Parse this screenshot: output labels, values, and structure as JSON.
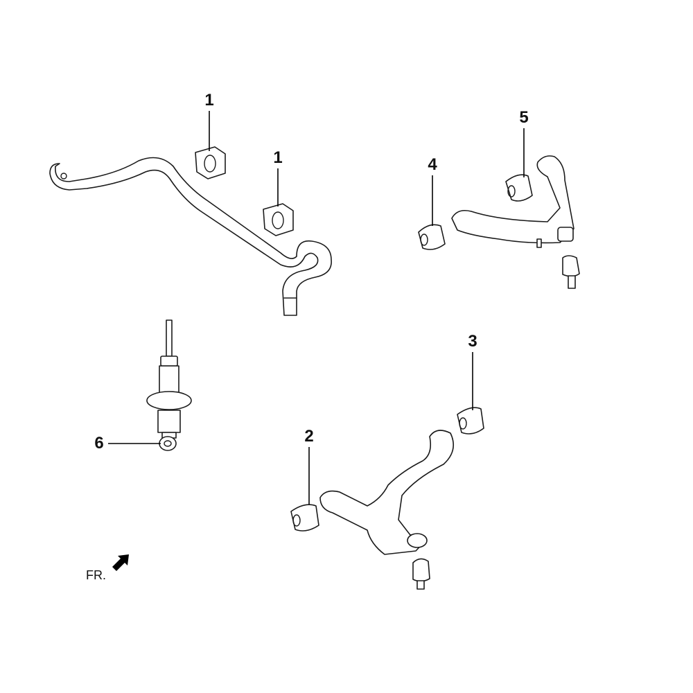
{
  "callouts": [
    {
      "id": "stabilizer-bushing-1",
      "label": "1"
    },
    {
      "id": "stabilizer-bushing-2",
      "label": "1"
    },
    {
      "id": "upper-arm-bushing-rear",
      "label": "5"
    },
    {
      "id": "upper-arm-bushing-front",
      "label": "4"
    },
    {
      "id": "lower-arm-bushing-rear",
      "label": "3"
    },
    {
      "id": "lower-arm-bushing-front",
      "label": "2"
    },
    {
      "id": "shock-absorber-bushing",
      "label": "6"
    }
  ],
  "direction_indicator": {
    "label": "FR.",
    "icon": "arrow-down-left-icon"
  },
  "colors": {
    "line": "#1a1a1a",
    "background": "#ffffff"
  }
}
